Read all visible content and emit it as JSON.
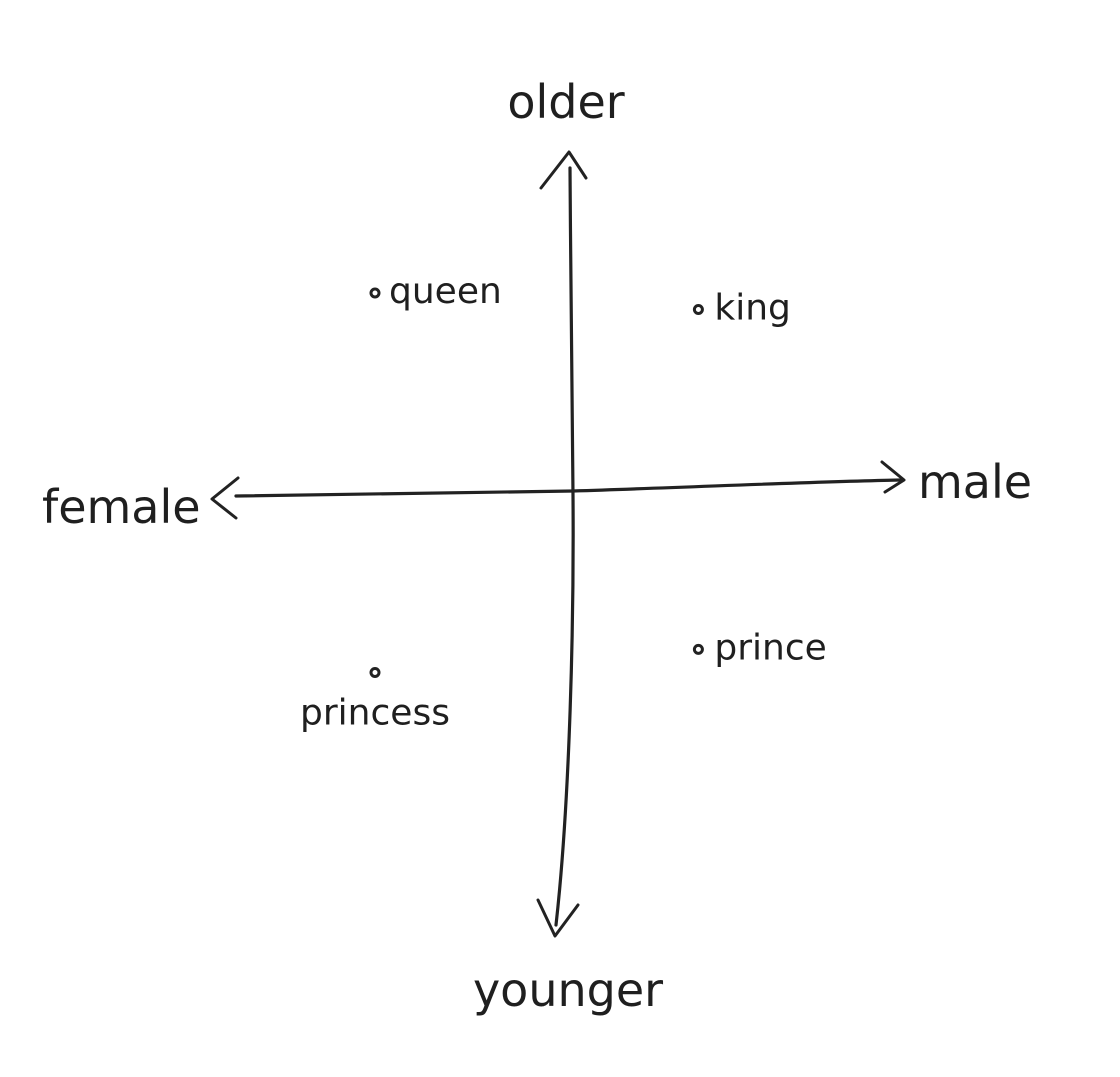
{
  "diagram": {
    "axes": {
      "x_positive": "male",
      "x_negative": "female",
      "y_positive": "older",
      "y_negative": "younger"
    },
    "points": [
      {
        "label": "queen",
        "x": -0.6,
        "y": 0.6
      },
      {
        "label": "king",
        "x": 0.38,
        "y": 0.55
      },
      {
        "label": "princess",
        "x": -0.6,
        "y": -0.55
      },
      {
        "label": "prince",
        "x": 0.38,
        "y": -0.48
      }
    ]
  }
}
